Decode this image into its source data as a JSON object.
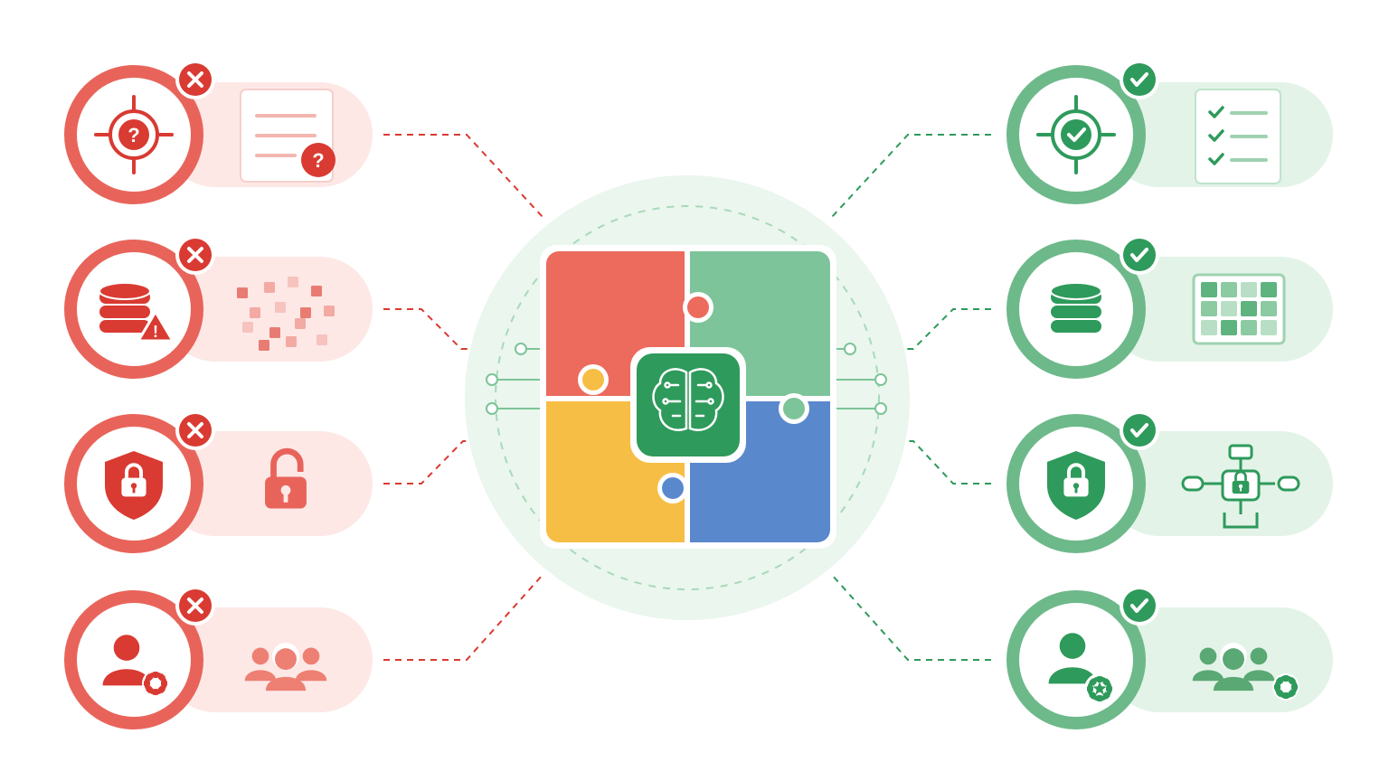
{
  "colors": {
    "red": "#e8645a",
    "red_dark": "#d93a32",
    "red_pill": "#fde8e6",
    "green": "#6db98a",
    "green_dark": "#2e9a5b",
    "green_pill": "#e3f3e8",
    "puzzle_red": "#ec6b5d",
    "puzzle_green": "#7ec49a",
    "puzzle_yellow": "#f7be45",
    "puzzle_blue": "#5a88cc",
    "halo": "#eaf6ee"
  },
  "left_column": {
    "status": "failure",
    "badge_icon": "x-icon",
    "rows": [
      {
        "key": "target",
        "icon": "target-question-icon",
        "detail_icon": "document-question-icon"
      },
      {
        "key": "database",
        "icon": "database-warning-icon",
        "detail_icon": "scattered-pixels-icon"
      },
      {
        "key": "security",
        "icon": "shield-lock-icon",
        "detail_icon": "unlocked-padlock-icon"
      },
      {
        "key": "user",
        "icon": "user-gear-icon",
        "detail_icon": "group-icon"
      }
    ]
  },
  "right_column": {
    "status": "success",
    "badge_icon": "check-icon",
    "rows": [
      {
        "key": "target",
        "icon": "target-check-icon",
        "detail_icon": "checklist-icon"
      },
      {
        "key": "database",
        "icon": "database-icon",
        "detail_icon": "data-grid-icon"
      },
      {
        "key": "security",
        "icon": "shield-lock-icon",
        "detail_icon": "lock-network-icon"
      },
      {
        "key": "user",
        "icon": "user-star-icon",
        "detail_icon": "group-gear-icon"
      }
    ]
  },
  "center": {
    "pieces": [
      "red",
      "green",
      "yellow",
      "blue"
    ],
    "hub_icon": "brain-circuit-icon"
  }
}
